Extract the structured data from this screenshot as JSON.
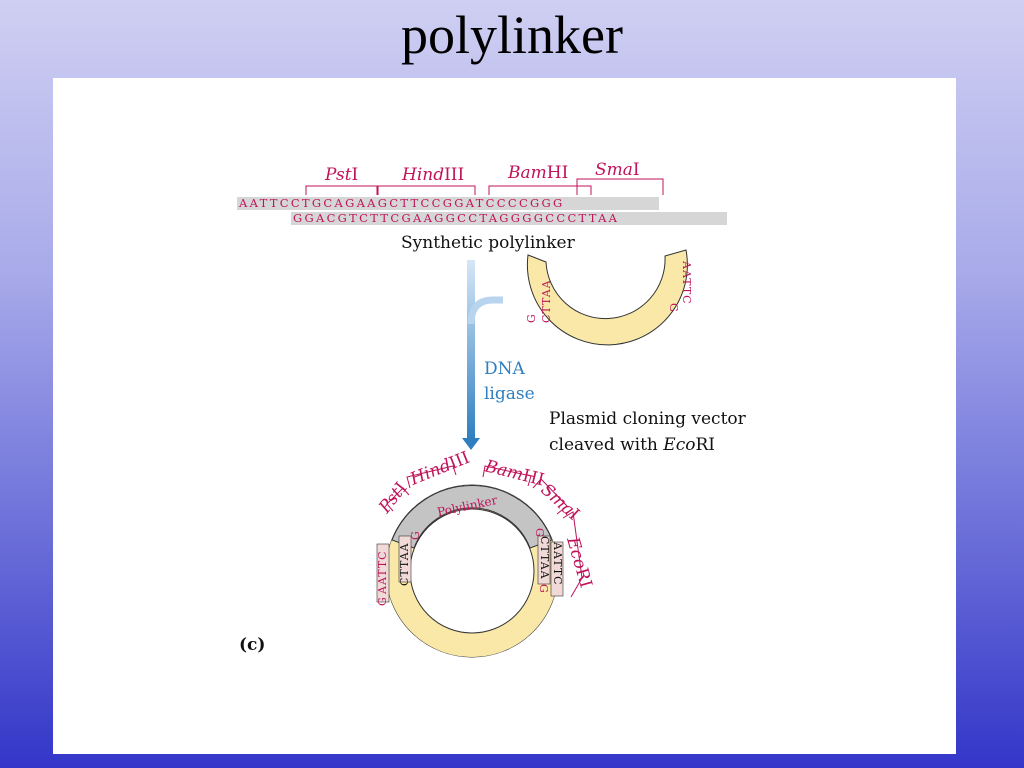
{
  "title": "polylinker",
  "figure": {
    "sites_top": [
      {
        "prefix": "Pst",
        "suffix": "I"
      },
      {
        "prefix": "Hind",
        "suffix": "III"
      },
      {
        "prefix": "Bam",
        "suffix": "HI"
      },
      {
        "prefix": "Sma",
        "suffix": "I"
      }
    ],
    "seq_top": "AATTCCTGCAGAAGCTTCCGGATCCCCGGG",
    "seq_bottom": "GGACGTCTTCGAAGGCCTAGGGGCCCTTAA",
    "synthetic_label": "Synthetic polylinker",
    "ligase_line1": "DNA",
    "ligase_line2": "ligase",
    "plasmid_line1": "Plasmid cloning vector",
    "plasmid_line2_prefix": "cleaved with ",
    "plasmid_line2_italic": "Eco",
    "plasmid_line2_suffix": "RI",
    "vector_left_end_outer": "G",
    "vector_left_end_inner": "CTTAA",
    "vector_right_end_outer": "AATTC",
    "vector_right_end_inner": "G",
    "product_sites": [
      {
        "prefix": "Pst",
        "suffix": "I"
      },
      {
        "prefix": "Hind",
        "suffix": "III"
      },
      {
        "prefix": "Bam",
        "suffix": "HI"
      },
      {
        "prefix": "Sma",
        "suffix": "I"
      },
      {
        "prefix": "Eco",
        "suffix": "RI"
      }
    ],
    "polylinker_label": "Polylinker",
    "product_left_outer": "AATTC",
    "product_left_outer_g": "G",
    "product_left_inner": "CTTAA",
    "product_left_inner_g": "G",
    "product_right_outer": "AATTC",
    "product_right_outer_g": "G",
    "product_right_inner": "CTTAA",
    "product_right_inner_g": "G",
    "panel_label": "(c)",
    "colors": {
      "sequence": "#c0135a",
      "ligase": "#2f7fc0",
      "vector_fill": "#f9e8a8",
      "polylinker_fill": "#c4c4c4",
      "highlight_box": "#f0d9d6"
    }
  }
}
